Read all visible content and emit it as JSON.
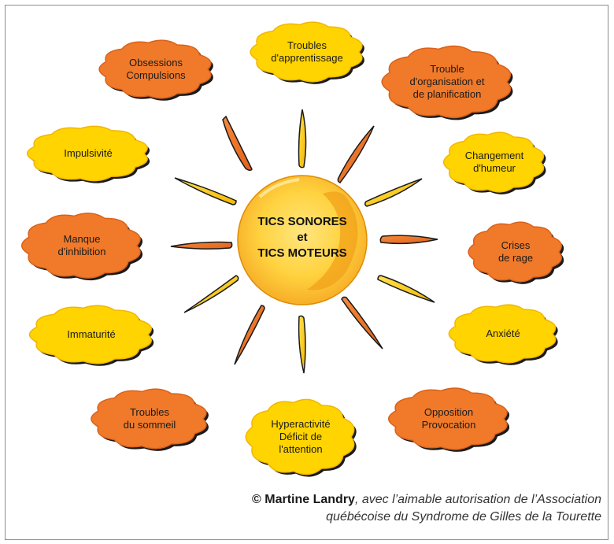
{
  "center": {
    "lines": [
      "TICS SONORES",
      "et",
      "TICS MOTEURS"
    ]
  },
  "clouds": [
    {
      "id": "troubles-apprentissage",
      "lines": [
        "Troubles",
        "d'apprentissage"
      ],
      "color": "yellow"
    },
    {
      "id": "trouble-organisation",
      "lines": [
        "Trouble",
        "d'organisation et",
        "de planification"
      ],
      "color": "orange"
    },
    {
      "id": "changement-humeur",
      "lines": [
        "Changement",
        "d'humeur"
      ],
      "color": "yellow"
    },
    {
      "id": "crises-rage",
      "lines": [
        "Crises",
        "de rage"
      ],
      "color": "orange"
    },
    {
      "id": "anxiete",
      "lines": [
        "Anxiété"
      ],
      "color": "yellow"
    },
    {
      "id": "opposition-provocation",
      "lines": [
        "Opposition",
        "Provocation"
      ],
      "color": "orange"
    },
    {
      "id": "hyperactivite",
      "lines": [
        "Hyperactivité",
        "Déficit de",
        "l'attention"
      ],
      "color": "yellow"
    },
    {
      "id": "troubles-sommeil",
      "lines": [
        "Troubles",
        "du sommeil"
      ],
      "color": "orange"
    },
    {
      "id": "immaturite",
      "lines": [
        "Immaturité"
      ],
      "color": "yellow"
    },
    {
      "id": "manque-inhibition",
      "lines": [
        "Manque",
        "d'inhibition"
      ],
      "color": "orange"
    },
    {
      "id": "impulsivite",
      "lines": [
        "Impulsivité"
      ],
      "color": "yellow"
    },
    {
      "id": "obsessions-compulsions",
      "lines": [
        "Obsessions",
        "Compulsions"
      ],
      "color": "orange"
    }
  ],
  "credit": {
    "author": "© Martine Landry",
    "line1_rest": ", avec l’aimable autorisation de l’Association",
    "line2": "québécoise du Syndrome de Gilles de la Tourette"
  },
  "colors": {
    "yellow_fill": "#ffd400",
    "yellow_edge": "#f2b600",
    "orange_fill": "#f07a2a",
    "orange_edge": "#d9621a",
    "outline": "#1a1a1a",
    "sun_outer": "#f5a623",
    "sun_inner": "#ffd23f"
  }
}
